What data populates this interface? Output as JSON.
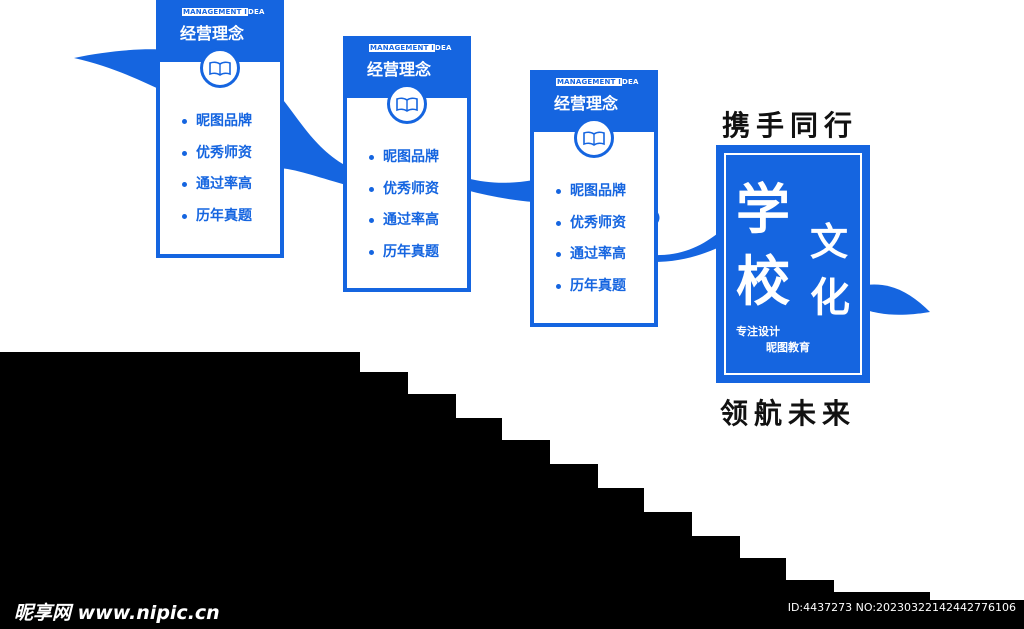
{
  "boards": [
    {
      "subtitle": "MANAGEMENT IDEA",
      "subtitle_highlight": "MANAGEMENT I",
      "subtitle_rest": "DEA",
      "title": "经营理念",
      "items": [
        "昵图品牌",
        "优秀师资",
        "通过率高",
        "历年真题"
      ]
    },
    {
      "subtitle": "MANAGEMENT IDEA",
      "subtitle_highlight": "MANAGEMENT I",
      "subtitle_rest": "DEA",
      "title": "经营理念",
      "items": [
        "昵图品牌",
        "优秀师资",
        "通过率高",
        "历年真题"
      ]
    },
    {
      "subtitle": "MANAGEMENT IDEA",
      "subtitle_highlight": "MANAGEMENT I",
      "subtitle_rest": "DEA",
      "title": "经营理念",
      "items": [
        "昵图品牌",
        "优秀师资",
        "通过率高",
        "历年真题"
      ]
    }
  ],
  "slogan_top": "携手同行",
  "slogan_bottom": "领航未来",
  "culture": {
    "big_chars": [
      "学",
      "校",
      "文",
      "化"
    ],
    "line1": "专注设计",
    "line2": "昵图教育"
  },
  "watermark": {
    "logo": "昵享网 www.nipic.cn",
    "id": "ID:4437273 NO:20230322142442776106"
  },
  "colors": {
    "brand_blue": "#1565e0",
    "background": "#ffffff",
    "stairs": "#000000"
  },
  "icons": [
    "open-book-icon"
  ]
}
